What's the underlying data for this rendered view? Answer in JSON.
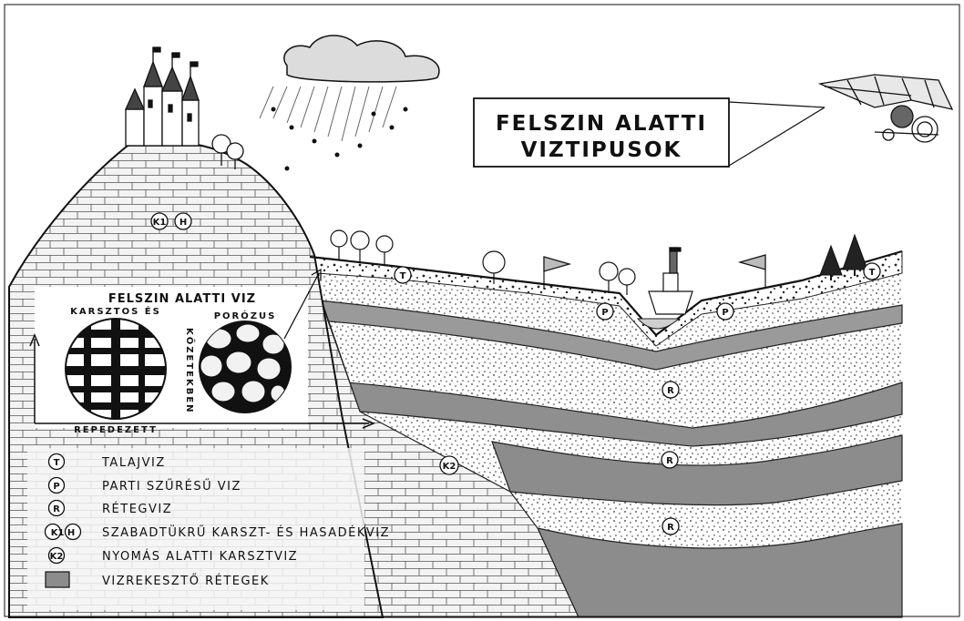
{
  "title": {
    "line1": "FELSZIN ALATTI",
    "line2": "VIZTIPUSOK"
  },
  "inset": {
    "title": "FELSZIN ALATTI VIZ",
    "karst_label_top": "KARSZTOS ÉS",
    "karst_label_bottom": "REPEDEZETT",
    "vertical_label": "KŐZETEKBEN",
    "porous_label": "PORÓZUS"
  },
  "map_symbols": {
    "k1": "K1",
    "h": "H",
    "t": "T",
    "p": "P",
    "r": "R",
    "k2": "K2"
  },
  "legend": {
    "items": [
      {
        "symbol": "T",
        "label": "TALAJVIZ"
      },
      {
        "symbol": "P",
        "label": "PARTI SZŰRÉSŰ VIZ"
      },
      {
        "symbol": "R",
        "label": "RÉTEGVIZ"
      },
      {
        "symbol": "K1 H",
        "label": "SZABADTÜKRŰ KARSZT- ÉS HASADÉKVIZ"
      },
      {
        "symbol": "K2",
        "label": "NYOMÁS ALATTI KARSZTVIZ"
      },
      {
        "symbol": "swatch",
        "label": "VIZREKESZTŐ RÉTEGEK"
      }
    ]
  },
  "colors": {
    "aquitard": "#8c8c8c",
    "ink": "#111111",
    "paper": "#ffffff"
  }
}
